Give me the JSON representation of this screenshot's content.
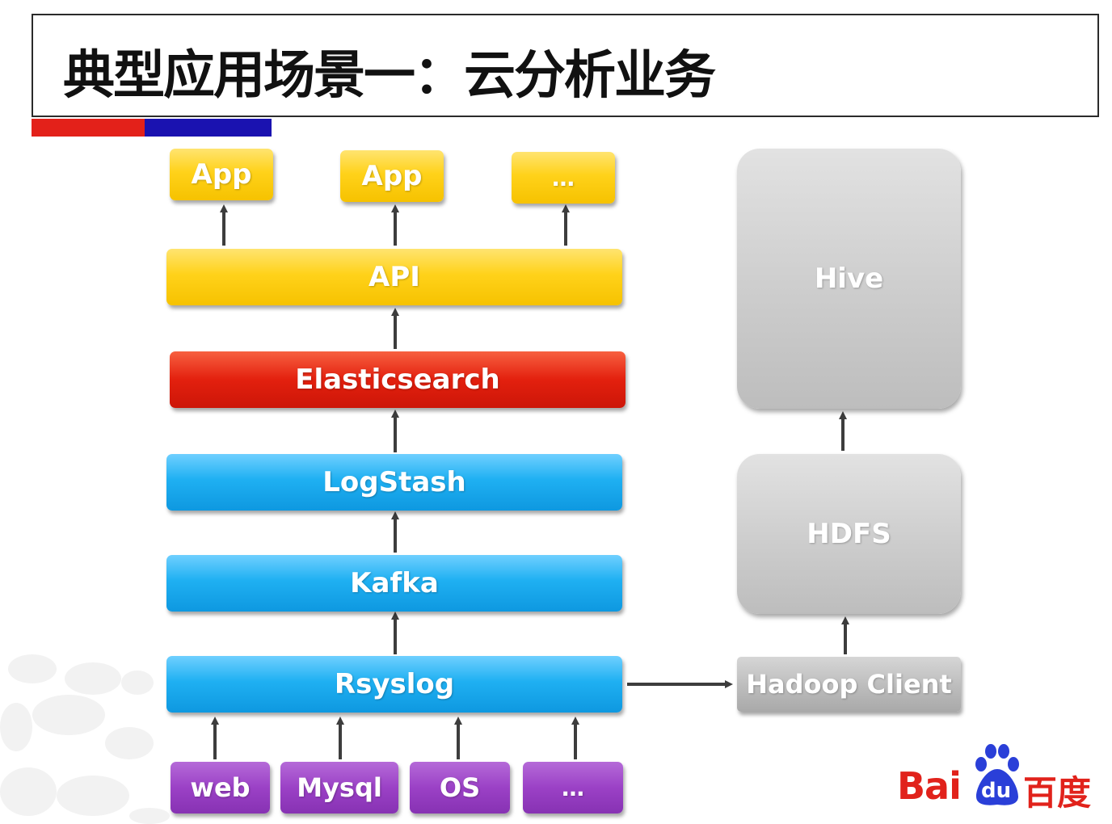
{
  "title": "典型应用场景一：云分析业务",
  "pipeline": {
    "apps": [
      "App",
      "App",
      "…"
    ],
    "api": "API",
    "elasticsearch": "Elasticsearch",
    "logstash": "LogStash",
    "kafka": "Kafka",
    "rsyslog": "Rsyslog",
    "sources": [
      "web",
      "Mysql",
      "OS",
      "…"
    ]
  },
  "hadoop": {
    "hive": "Hive",
    "hdfs": "HDFS",
    "client": "Hadoop Client"
  },
  "logo": {
    "brand": "Baidu百度",
    "latin": "Bai",
    "paw_text": "du",
    "chinese": "百度"
  },
  "colors": {
    "yellow": "#ffd21a",
    "red": "#e3200e",
    "blue": "#1fb0f2",
    "purple": "#9b41c6",
    "grey": "#cdcdcd",
    "title_bar_red": "#e3211a",
    "title_bar_blue": "#1a12b0",
    "baidu_red": "#e1221b",
    "baidu_blue": "#2a3fd8"
  }
}
